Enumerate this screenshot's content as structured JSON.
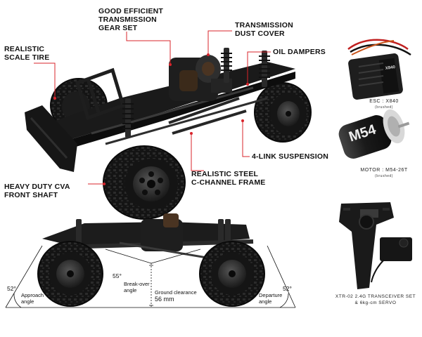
{
  "callouts": {
    "realistic_scale_tire": [
      "REALISTIC",
      "SCALE TIRE"
    ],
    "gear_set": [
      "GOOD EFFICIENT",
      "TRANSMISSION",
      "GEAR SET"
    ],
    "dust_cover": [
      "TRANSMISSION",
      "DUST COVER"
    ],
    "oil_dampers": "OIL DAMPERS",
    "four_link": "4-LINK SUSPENSION",
    "steel_frame": [
      "REALISTIC STEEL",
      "C-CHANNEL FRAME"
    ],
    "cva_shaft": [
      "HEAVY DUTY CVA",
      "FRONT SHAFT"
    ]
  },
  "products": {
    "esc": {
      "label": "ESC : X840",
      "sub": "(brushed)",
      "print": "X840"
    },
    "motor": {
      "label": "MOTOR : M54-26T",
      "sub": "(brushed)",
      "print": "M54"
    },
    "transmitter": {
      "label": [
        "XTR-02 2.4G TRANSCEIVER SET",
        "& 6kg-cm SERVO"
      ]
    }
  },
  "side_view": {
    "approach_angle_value": "52°",
    "approach_angle_label": [
      "Approach",
      "angle"
    ],
    "breakover_angle_value": "55°",
    "breakover_angle_label": [
      "Break-over",
      "angle"
    ],
    "ground_clearance_label": "Ground clearance",
    "ground_clearance_value": "56 mm",
    "departure_angle_value": "52°",
    "departure_angle_label": [
      "Departure",
      "angle"
    ]
  },
  "colors": {
    "callout_red": "#d9242b",
    "chassis_black": "#1c1c1c",
    "tire_dark": "#181818",
    "rim": "#2a2a2a",
    "esc_orange": "#c9541a",
    "esc_wire_red": "#c02020"
  }
}
